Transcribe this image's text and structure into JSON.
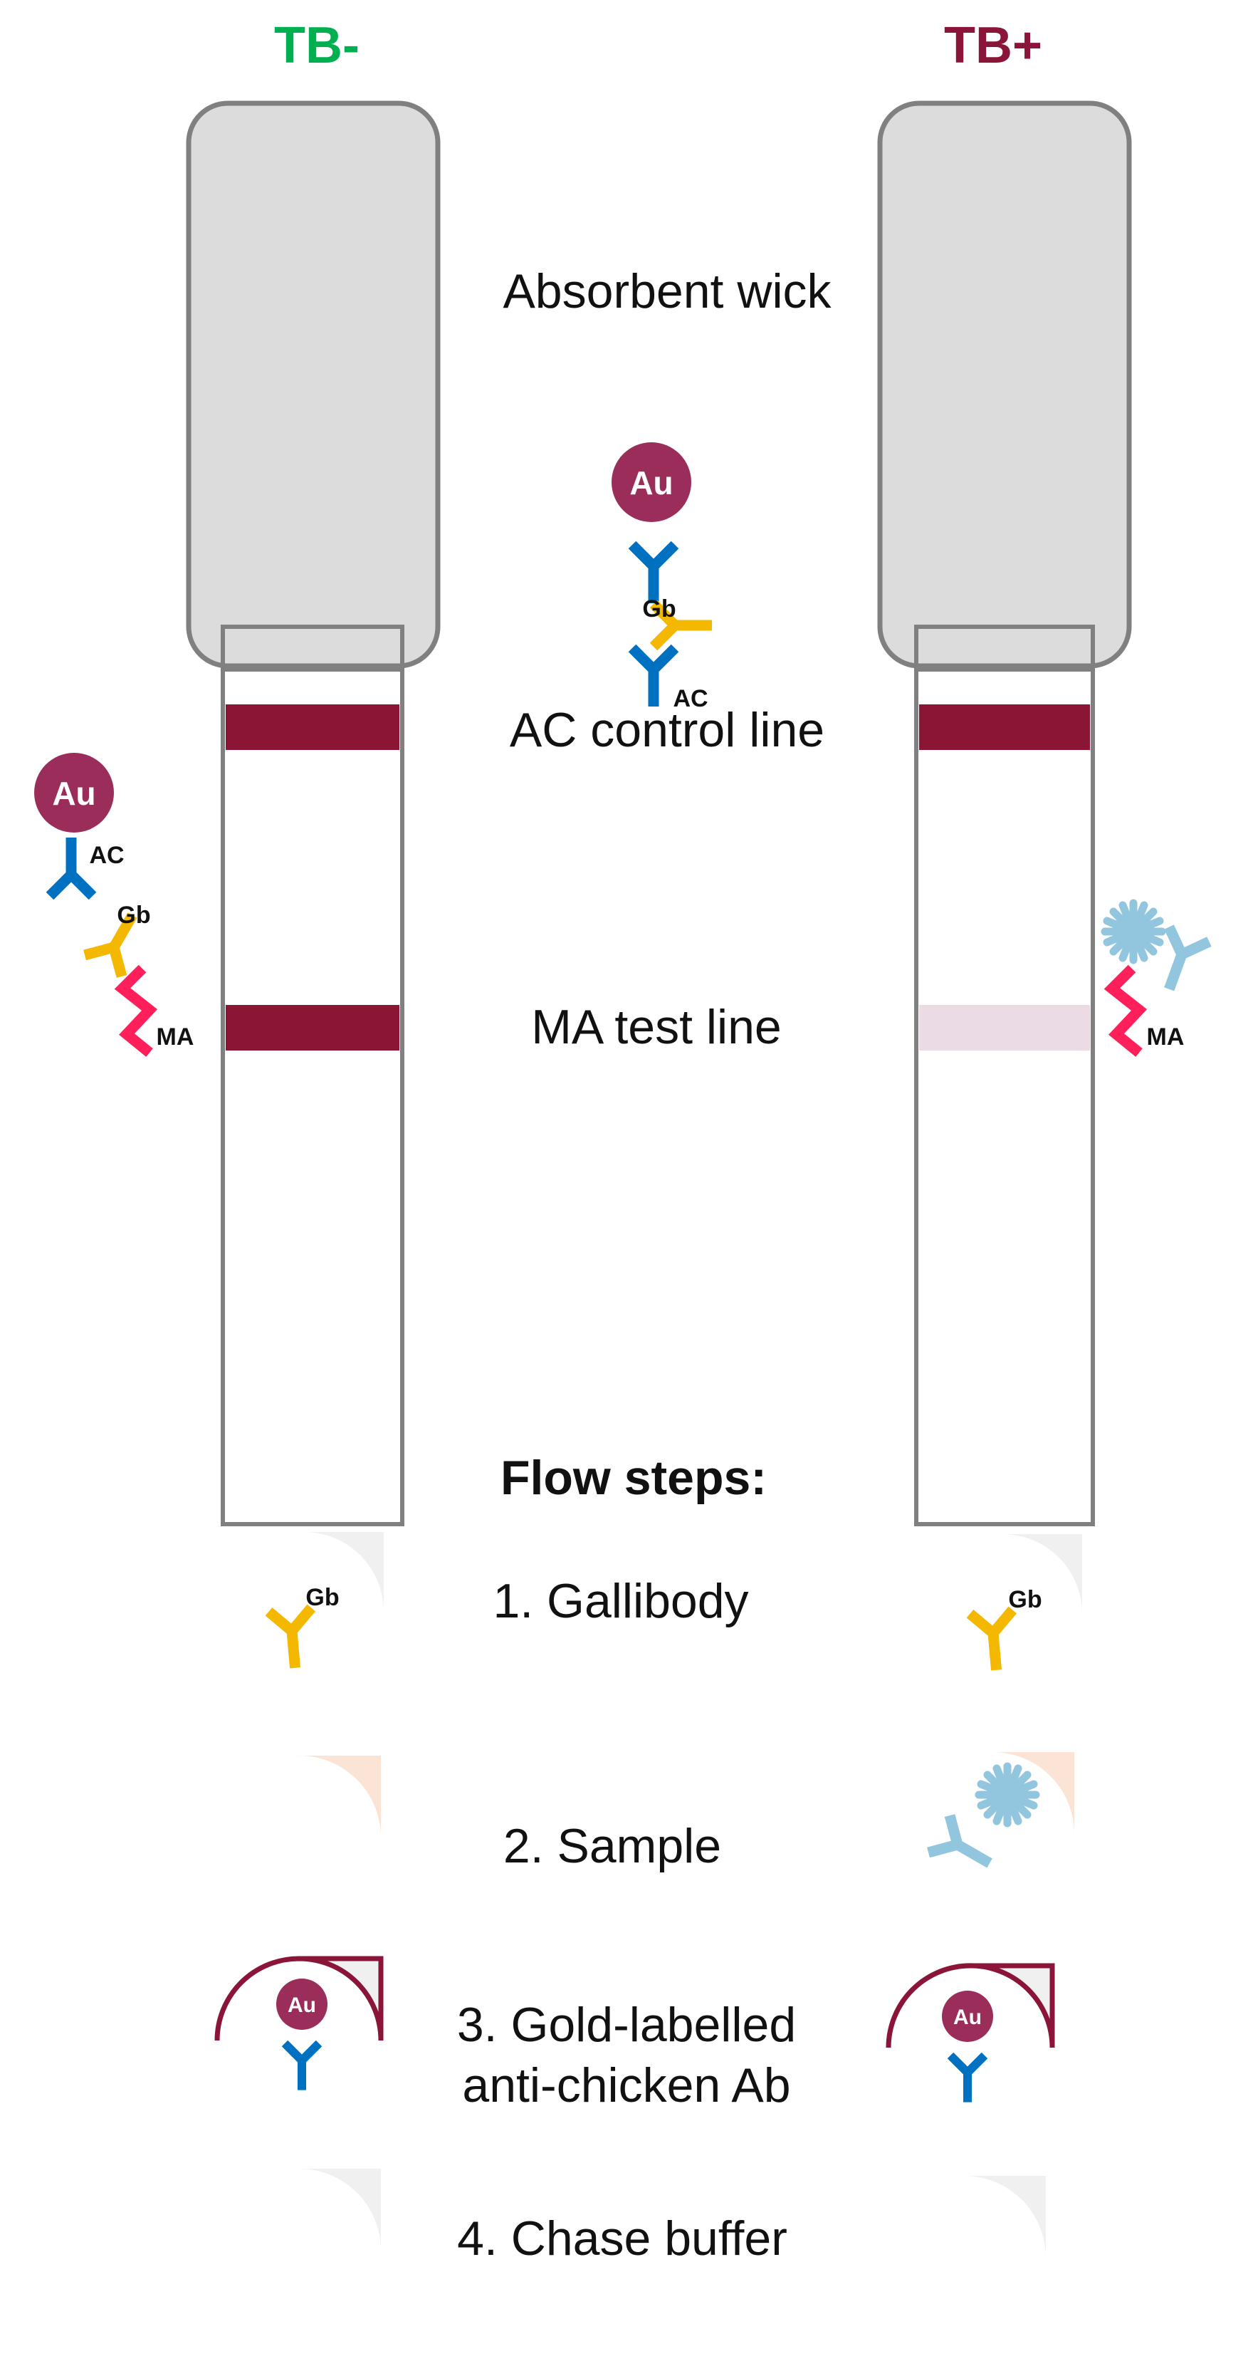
{
  "headers": {
    "negative": "TB-",
    "positive": "TB+"
  },
  "strip_labels": {
    "wick": "Absorbent wick",
    "control": "AC control line",
    "test": "MA test line"
  },
  "molecule_labels": {
    "au": "Au",
    "ac": "AC",
    "gb": "Gb",
    "ma": "MA"
  },
  "flow": {
    "title": "Flow steps:",
    "step1": "1. Gallibody",
    "step2": "2. Sample",
    "step3_line1": "3. Gold-labelled",
    "step3_line2": "anti-chicken Ab",
    "step4": "4. Chase buffer"
  },
  "colors": {
    "tb_negative": "#00b050",
    "tb_positive": "#8b1538",
    "band": "#8b1535",
    "band_faint": "#eadbe4",
    "wick_fill": "#dcdcdc",
    "outline": "#808080",
    "gold_particle": "#9b2d5a",
    "anti_chicken_ab": "#0070c0",
    "gallibody": "#f5b800",
    "mycolic_acid": "#ff1f5a",
    "mtb_antibody": "#92c5de",
    "sample_drop": "#fbe4d5",
    "drop_fill": "#f0f0f0",
    "drop_border": "#8b1538"
  }
}
